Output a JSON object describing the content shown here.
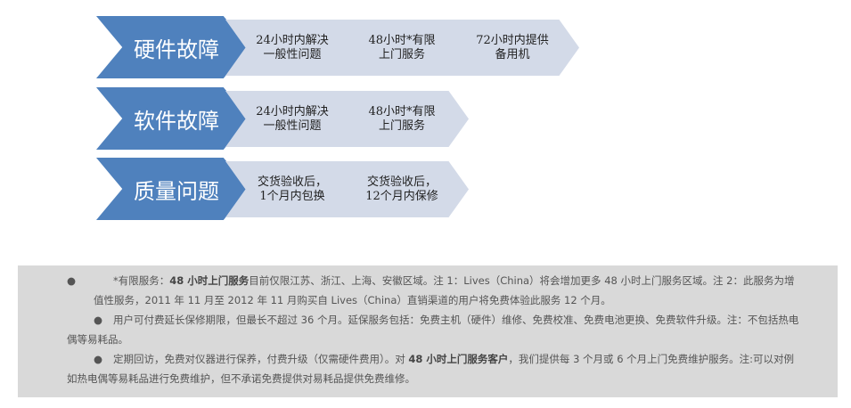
{
  "rows": [
    {
      "title": "硬件故障",
      "steps": [
        "24小时内解决一般性问题",
        "48小时*有限上门服务",
        "72小时内提供备用机"
      ]
    },
    {
      "title": "软件故障",
      "steps": [
        "24小时内解决一般性问题",
        "48小时*有限上门服务"
      ]
    },
    {
      "title": "质量问题",
      "steps": [
        "交货验收后，1个月内包换",
        "交货验收后，12个月内保修"
      ]
    }
  ],
  "notes": [
    {
      "bullet": "●",
      "pre": "*有限服务：",
      "bold": "48 小时上门服务",
      "post": "目前仅限江苏、浙江、上海、安徽区域。注 1：Lives（China）将会增加更多 48 小时上门服务区域。注 2：此服务为增值性服务，2011 年 11 月至 2012 年 11 月购买自 Lives（China）直销渠道的用户将免费体验此服务 12 个月。"
    },
    {
      "bullet": "●",
      "pre": "用户可付费延长保修期限，但最长不超过 36 个月。延保服务包括：免费主机（硬件）维修、免费校准、免费电池更换、免费软件升级。注：不包括热电偶等易耗品。",
      "bold": "",
      "post": ""
    },
    {
      "bullet": "●",
      "pre": "定期回访，免费对仪器进行保养，付费升级（仅需硬件费用）。对 ",
      "bold": "48 小时上门服务客户",
      "post": "，我们提供每 3 个月或 6 个月上门免费维护服务。注:可以对例如热电偶等易耗品进行免费维护，但不承诺免费提供对易耗品提供免费维修。"
    }
  ]
}
